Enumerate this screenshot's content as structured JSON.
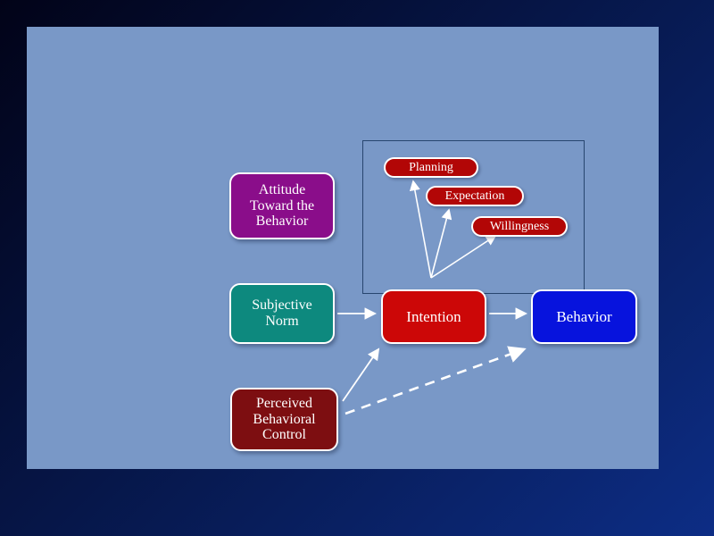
{
  "diagram": {
    "colors": {
      "background_start": "#020318",
      "background_end": "#0d2d85",
      "panel": "#7998c7",
      "group_box_border": "#27456f",
      "arrow": "#ffffff",
      "text": "#ffffff",
      "attitude": "#8a0d8a",
      "subjective_norm": "#0d897e",
      "perceived_control": "#7d0e11",
      "intention": "#cc0707",
      "behavior": "#0713dd",
      "planning": "#b20606",
      "expectation": "#b20606",
      "willingness": "#b20606"
    },
    "nodes": {
      "attitude": {
        "label": "Attitude Toward the Behavior"
      },
      "subjective_norm": {
        "label": "Subjective Norm"
      },
      "perceived_control": {
        "label": "Perceived Behavioral Control"
      },
      "intention": {
        "label": "Intention"
      },
      "behavior": {
        "label": "Behavior"
      },
      "planning": {
        "label": "Planning"
      },
      "expectation": {
        "label": "Expectation"
      },
      "willingness": {
        "label": "Willingness"
      }
    }
  }
}
